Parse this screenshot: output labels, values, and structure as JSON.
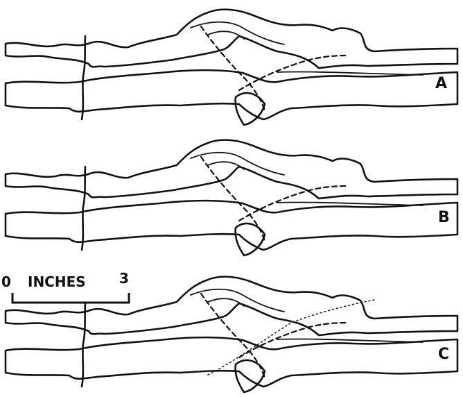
{
  "panels": [
    {
      "label": "A"
    },
    {
      "label": "B"
    },
    {
      "label": "C"
    }
  ],
  "scale_bar": {
    "start": "0",
    "unit": "INCHES",
    "end": "3"
  }
}
